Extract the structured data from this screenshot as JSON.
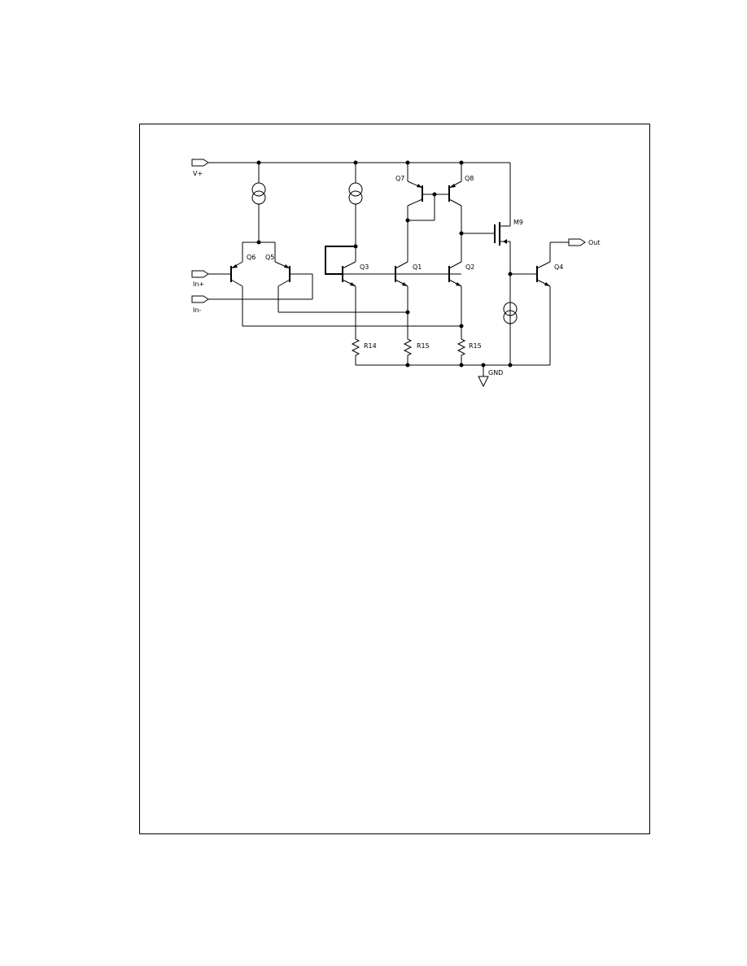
{
  "schematic": {
    "ports": {
      "vplus": "V+",
      "in_plus": "In+",
      "in_minus": "In-",
      "out": "Out",
      "gnd": "GND"
    },
    "transistors": {
      "q6": "Q6",
      "q5": "Q5",
      "q3": "Q3",
      "q1": "Q1",
      "q2": "Q2",
      "q7": "Q7",
      "q8": "Q8",
      "m9": "M9",
      "q4": "Q4"
    },
    "resistors": {
      "r14": "R14",
      "r15a": "R15",
      "r15b": "R15"
    }
  }
}
